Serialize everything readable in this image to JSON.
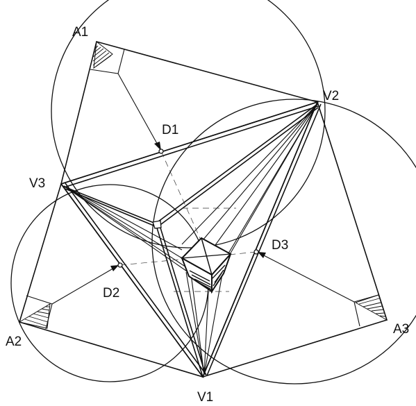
{
  "labels": {
    "a1": "A1",
    "a2": "A2",
    "a3": "A3",
    "v1": "V1",
    "v2": "V2",
    "v3": "V3",
    "d1": "D1",
    "d2": "D2",
    "d3": "D3"
  },
  "colors": {
    "ink": "#111111",
    "paper": "#ffffff"
  }
}
